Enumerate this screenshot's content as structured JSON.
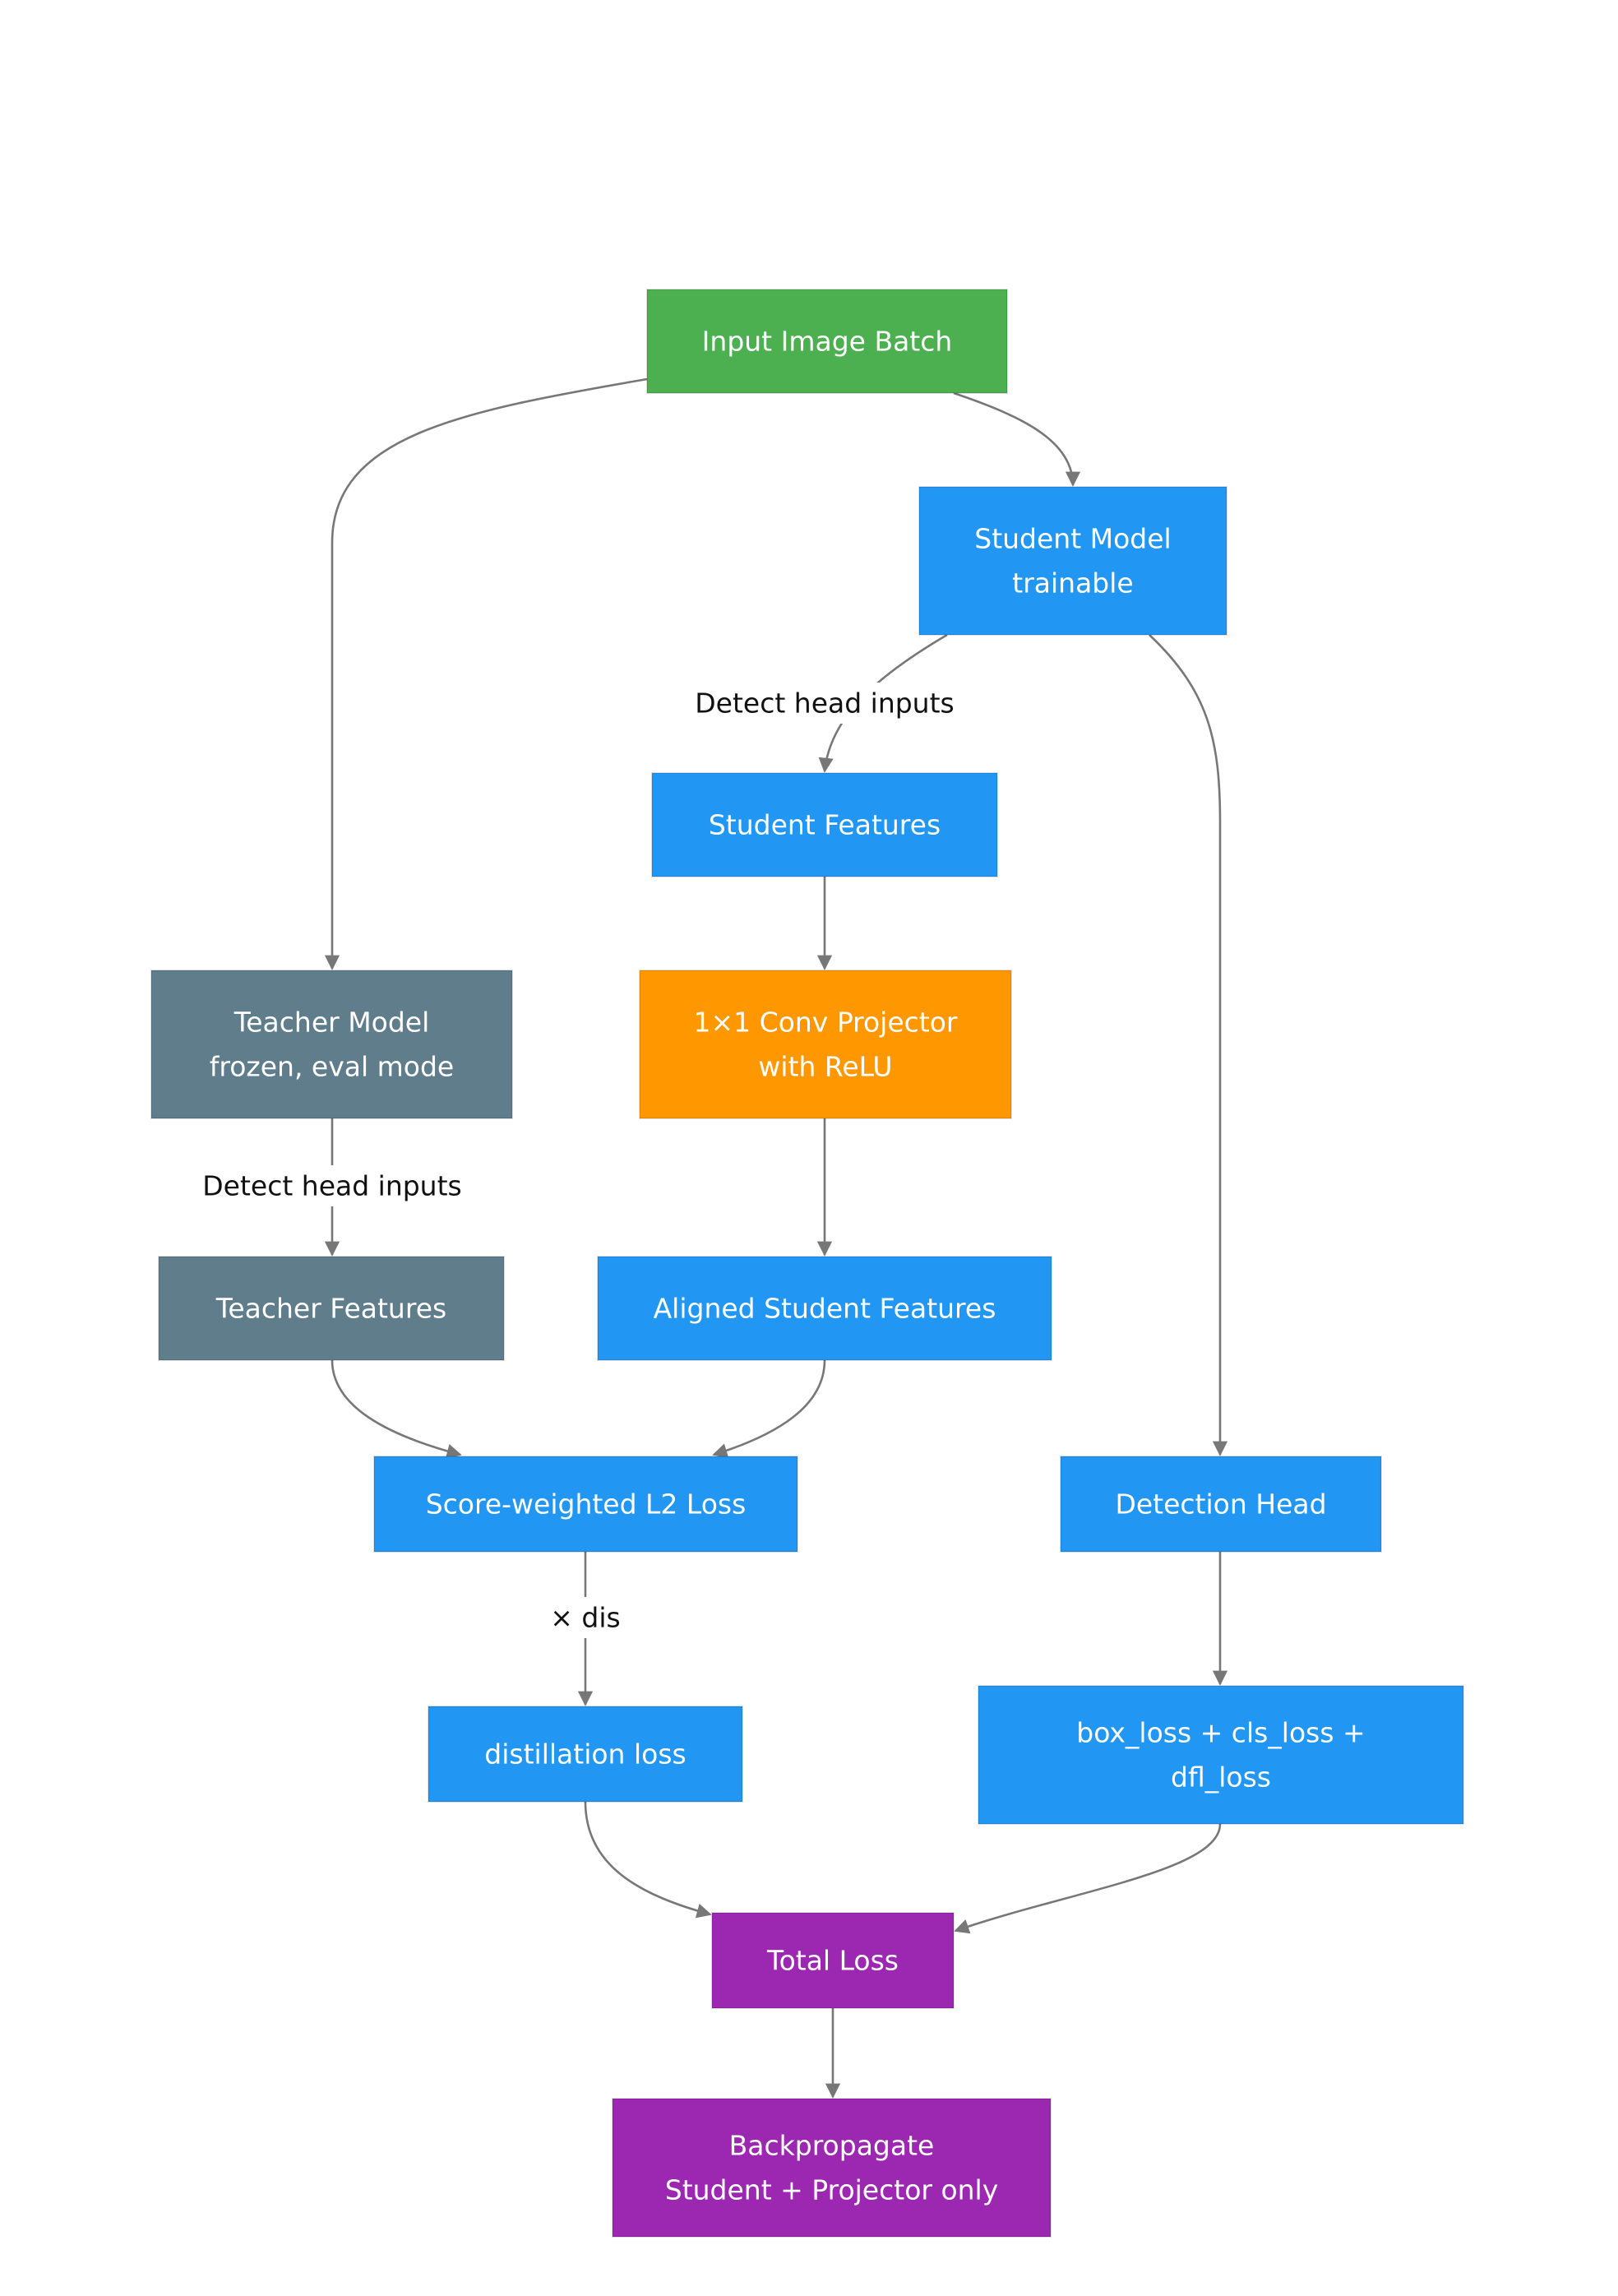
{
  "colors": {
    "green": "#4CAF50",
    "blue": "#2196F3",
    "slate": "#607D8B",
    "orange": "#FF9800",
    "purple": "#9C27B0",
    "edge": "#777777",
    "label_text": "#111111"
  },
  "nodes": [
    {
      "id": "input",
      "lines": [
        "Input Image Batch"
      ],
      "color": "green"
    },
    {
      "id": "student_model",
      "lines": [
        "Student Model",
        "trainable"
      ],
      "color": "blue"
    },
    {
      "id": "student_features",
      "lines": [
        "Student Features"
      ],
      "color": "blue"
    },
    {
      "id": "teacher_model",
      "lines": [
        "Teacher Model",
        "frozen, eval mode"
      ],
      "color": "slate"
    },
    {
      "id": "projector",
      "lines": [
        "1×1 Conv Projector",
        "with ReLU"
      ],
      "color": "orange"
    },
    {
      "id": "teacher_features",
      "lines": [
        "Teacher Features"
      ],
      "color": "slate"
    },
    {
      "id": "aligned_features",
      "lines": [
        "Aligned Student Features"
      ],
      "color": "blue"
    },
    {
      "id": "l2_loss",
      "lines": [
        "Score-weighted L2 Loss"
      ],
      "color": "blue"
    },
    {
      "id": "detection_head",
      "lines": [
        "Detection Head"
      ],
      "color": "blue"
    },
    {
      "id": "distillation_loss",
      "lines": [
        "distillation loss"
      ],
      "color": "blue"
    },
    {
      "id": "det_losses",
      "lines": [
        "box_loss + cls_loss +",
        "dfl_loss"
      ],
      "color": "blue"
    },
    {
      "id": "total_loss",
      "lines": [
        "Total Loss"
      ],
      "color": "purple"
    },
    {
      "id": "backprop",
      "lines": [
        "Backpropagate",
        "Student + Projector only"
      ],
      "color": "purple"
    }
  ],
  "edges": [
    {
      "id": "input-to-teacher",
      "from": "input",
      "to": "teacher_model",
      "label": ""
    },
    {
      "id": "input-to-student",
      "from": "input",
      "to": "student_model",
      "label": ""
    },
    {
      "id": "student-to-features",
      "from": "student_model",
      "to": "student_features",
      "label": "Detect head inputs"
    },
    {
      "id": "student-to-head",
      "from": "student_model",
      "to": "detection_head",
      "label": ""
    },
    {
      "id": "features-to-projector",
      "from": "student_features",
      "to": "projector",
      "label": ""
    },
    {
      "id": "teacher-to-features",
      "from": "teacher_model",
      "to": "teacher_features",
      "label": "Detect head inputs"
    },
    {
      "id": "projector-to-aligned",
      "from": "projector",
      "to": "aligned_features",
      "label": ""
    },
    {
      "id": "teacherfeat-to-l2",
      "from": "teacher_features",
      "to": "l2_loss",
      "label": ""
    },
    {
      "id": "aligned-to-l2",
      "from": "aligned_features",
      "to": "l2_loss",
      "label": ""
    },
    {
      "id": "l2-to-distill",
      "from": "l2_loss",
      "to": "distillation_loss",
      "label": "× dis"
    },
    {
      "id": "head-to-losses",
      "from": "detection_head",
      "to": "det_losses",
      "label": ""
    },
    {
      "id": "distill-to-total",
      "from": "distillation_loss",
      "to": "total_loss",
      "label": ""
    },
    {
      "id": "losses-to-total",
      "from": "det_losses",
      "to": "total_loss",
      "label": ""
    },
    {
      "id": "total-to-backprop",
      "from": "total_loss",
      "to": "backprop",
      "label": ""
    }
  ]
}
